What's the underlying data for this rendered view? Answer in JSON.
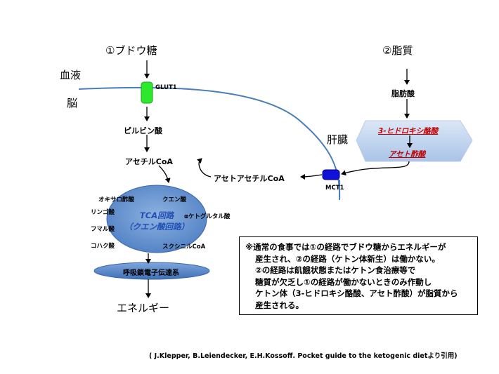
{
  "inputs": {
    "glucose": "①ブドウ糖",
    "lipid": "②脂質"
  },
  "regions": {
    "blood": "血液",
    "brain": "脳",
    "liver": "肝臓"
  },
  "transporters": {
    "glut1": "GLUT1",
    "mct1": "MCT1"
  },
  "pathway_left": {
    "pyruvate": "ピルビン酸",
    "acetyl_coa": "アセチルCoA",
    "energy": "エネルギー"
  },
  "pathway_right": {
    "fatty_acid": "脂肪酸",
    "bhb": "3-ヒドロキシ酪酸",
    "acetoacetate": "アセト酢酸",
    "acetoacetyl_coa": "アセトアセチルCoA"
  },
  "tca": {
    "line1": "TCA回路",
    "line2": "（クエン酸回路）",
    "oxaloacetate": "オキサロ酢酸",
    "citrate": "クエン酸",
    "alpha_kg": "αケトグルタル酸",
    "malate": "リンゴ酸",
    "fumarate": "フマル酸",
    "succinate": "コハク酸",
    "succinyl_coa": "スクシニルCoA"
  },
  "respiratory_chain": "呼吸鎖電子伝達系",
  "note": {
    "line1": "※通常の食事では①の経路でブドウ糖からエネルギーが",
    "line2": "産生され、②の経路（ケトン体新生）は働かない。",
    "line3": "②の経路は飢餓状態またはケトン食治療等で",
    "line4": "糖質が欠乏し①の経路が働かないときのみ作動し",
    "line5": "ケトン体（3-ヒドロキシ酪酸、アセト酢酸）が脂質から",
    "line6": "産生される。"
  },
  "citation": "( J.Klepper, B.Leiendecker, E.H.Kossoff. Pocket guide to the ketogenic dietより引用)",
  "colors": {
    "membrane": "#4a7ebb",
    "glut1": "#2ee82e",
    "mct1": "#1010d8",
    "ellipse": "#4a7ebb",
    "liver_fill": "#c6d9f1",
    "red_text": "#c00000"
  }
}
